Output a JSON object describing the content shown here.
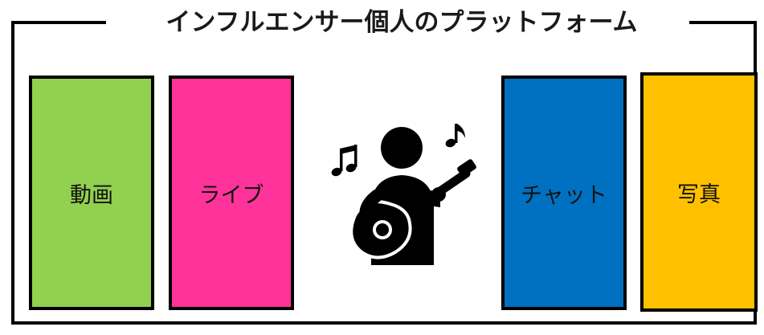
{
  "title": "インフルエンサー個人のプラットフォーム",
  "boxes": {
    "video": {
      "label": "動画",
      "color": "#92d050"
    },
    "live": {
      "label": "ライブ",
      "color": "#ff3399"
    },
    "chat": {
      "label": "チャット",
      "color": "#0070c0"
    },
    "photo": {
      "label": "写真",
      "color": "#ffc000"
    }
  },
  "center_icon": "guitar-player-icon",
  "frame_color": "#000000"
}
